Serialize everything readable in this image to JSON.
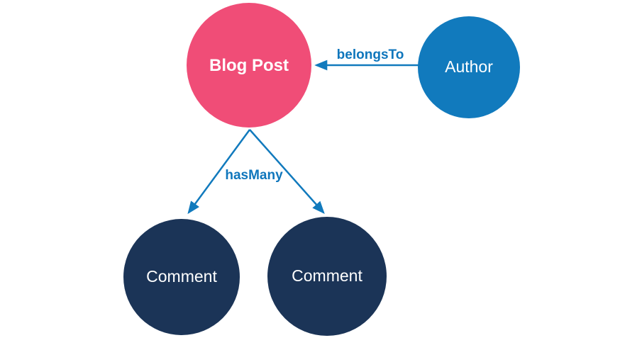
{
  "diagram": {
    "background_color": "#ffffff",
    "nodes": {
      "blog_post": {
        "label": "Blog Post",
        "fill": "#f04d77",
        "text_color": "#ffffff"
      },
      "author": {
        "label": "Author",
        "fill": "#117abd",
        "text_color": "#ffffff"
      },
      "comment_left": {
        "label": "Comment",
        "fill": "#1b3457",
        "text_color": "#ffffff"
      },
      "comment_right": {
        "label": "Comment",
        "fill": "#1b3457",
        "text_color": "#ffffff"
      }
    },
    "edges": {
      "belongs_to": {
        "label": "belongsTo"
      },
      "has_many": {
        "label": "hasMany"
      }
    },
    "arrow_color": "#117abd",
    "edge_label_color": "#0f76bc"
  }
}
